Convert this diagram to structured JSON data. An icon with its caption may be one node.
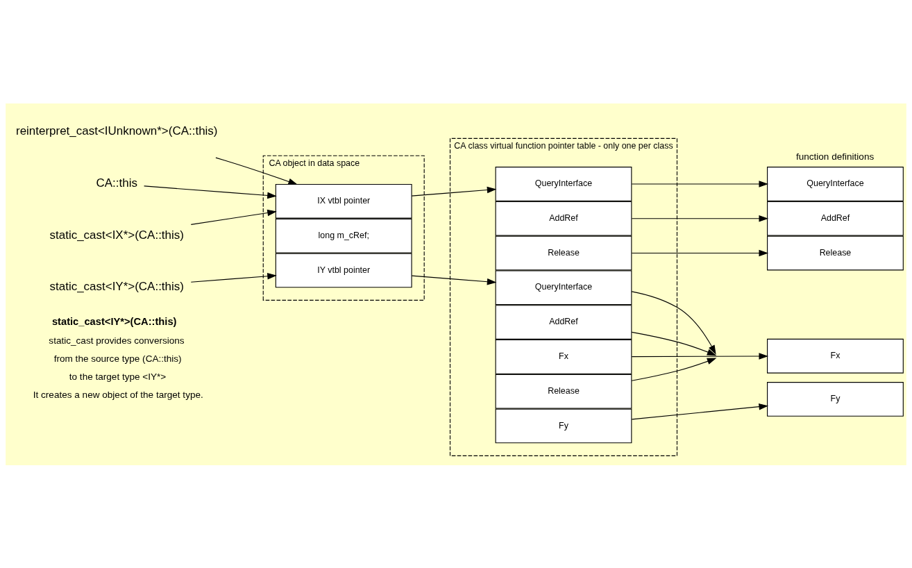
{
  "diagram": {
    "nodes": [
      {
        "text": [
          "reinterpret_cast<IUnknown*>(CA::this)"
        ]
      },
      {
        "text": [
          "CA::this"
        ]
      },
      {
        "text": [
          "static_cast<IX*>(CA::this)"
        ]
      },
      {
        "text": [
          "static_cast<IY*>(CA::this)"
        ]
      },
      {
        "text": [
          "CA object in data space"
        ]
      },
      {
        "text": [
          "IX vtbl pointer"
        ],
        "in": 4
      },
      {
        "text": [
          "IY vtbl pointer"
        ],
        "in": 4
      },
      {
        "text": [
          "long m_cRef;"
        ],
        "in": 4
      },
      {
        "text": [
          "CA class virtual function pointer table - only one per class"
        ]
      },
      {
        "text": [
          "QueryInterface"
        ],
        "in": 8
      },
      {
        "text": [
          "AddRef"
        ],
        "in": 8
      },
      {
        "text": [
          "Release"
        ],
        "in": 8
      },
      {
        "text": [
          "Fx"
        ],
        "in": 8
      },
      {
        "text": [
          "QueryInterface"
        ],
        "in": 8
      },
      {
        "text": [
          "AddRef"
        ],
        "in": 8
      },
      {
        "text": [
          "Release"
        ],
        "in": 8
      },
      {
        "text": [
          "Fy"
        ],
        "in": 8
      },
      {
        "text": [
          "QueryInterface"
        ]
      },
      {
        "text": [
          "AddRef"
        ]
      },
      {
        "text": [
          "Release"
        ]
      },
      {
        "text": [
          "Fx"
        ]
      },
      {
        "text": [
          "Fy"
        ]
      }
    ],
    "edges": [
      {
        "from": 0,
        "to": 5,
        "arrow": "to"
      },
      {
        "from": 1,
        "to": 5,
        "arrow": "to"
      },
      {
        "from": 2,
        "to": 5,
        "arrow": "to"
      },
      {
        "from": 3,
        "to": 6,
        "arrow": "to"
      },
      {
        "from": 5,
        "to": 9,
        "arrow": "to"
      },
      {
        "from": 6,
        "to": 13,
        "arrow": "to"
      },
      {
        "from": 9,
        "to": 17,
        "arrow": "to"
      },
      {
        "from": 10,
        "to": 18,
        "arrow": "to"
      },
      {
        "from": 11,
        "to": 19,
        "arrow": "to"
      },
      {
        "from": 12,
        "to": 20,
        "arrow": "to"
      },
      {
        "from": 13,
        "to": null,
        "arrow": "to"
      },
      {
        "from": 14,
        "to": null,
        "arrow": "to"
      },
      {
        "from": 15,
        "to": null,
        "arrow": "to"
      },
      {
        "from": 16,
        "to": 21,
        "arrow": "to"
      }
    ],
    "labels": [
      "function definitions",
      "static_cast<IY*>(CA::this)",
      "static_cast provides conversions",
      "from the source type (CA::this)",
      "to the target type <IY*>",
      "It creates a new object of the target type."
    ]
  }
}
